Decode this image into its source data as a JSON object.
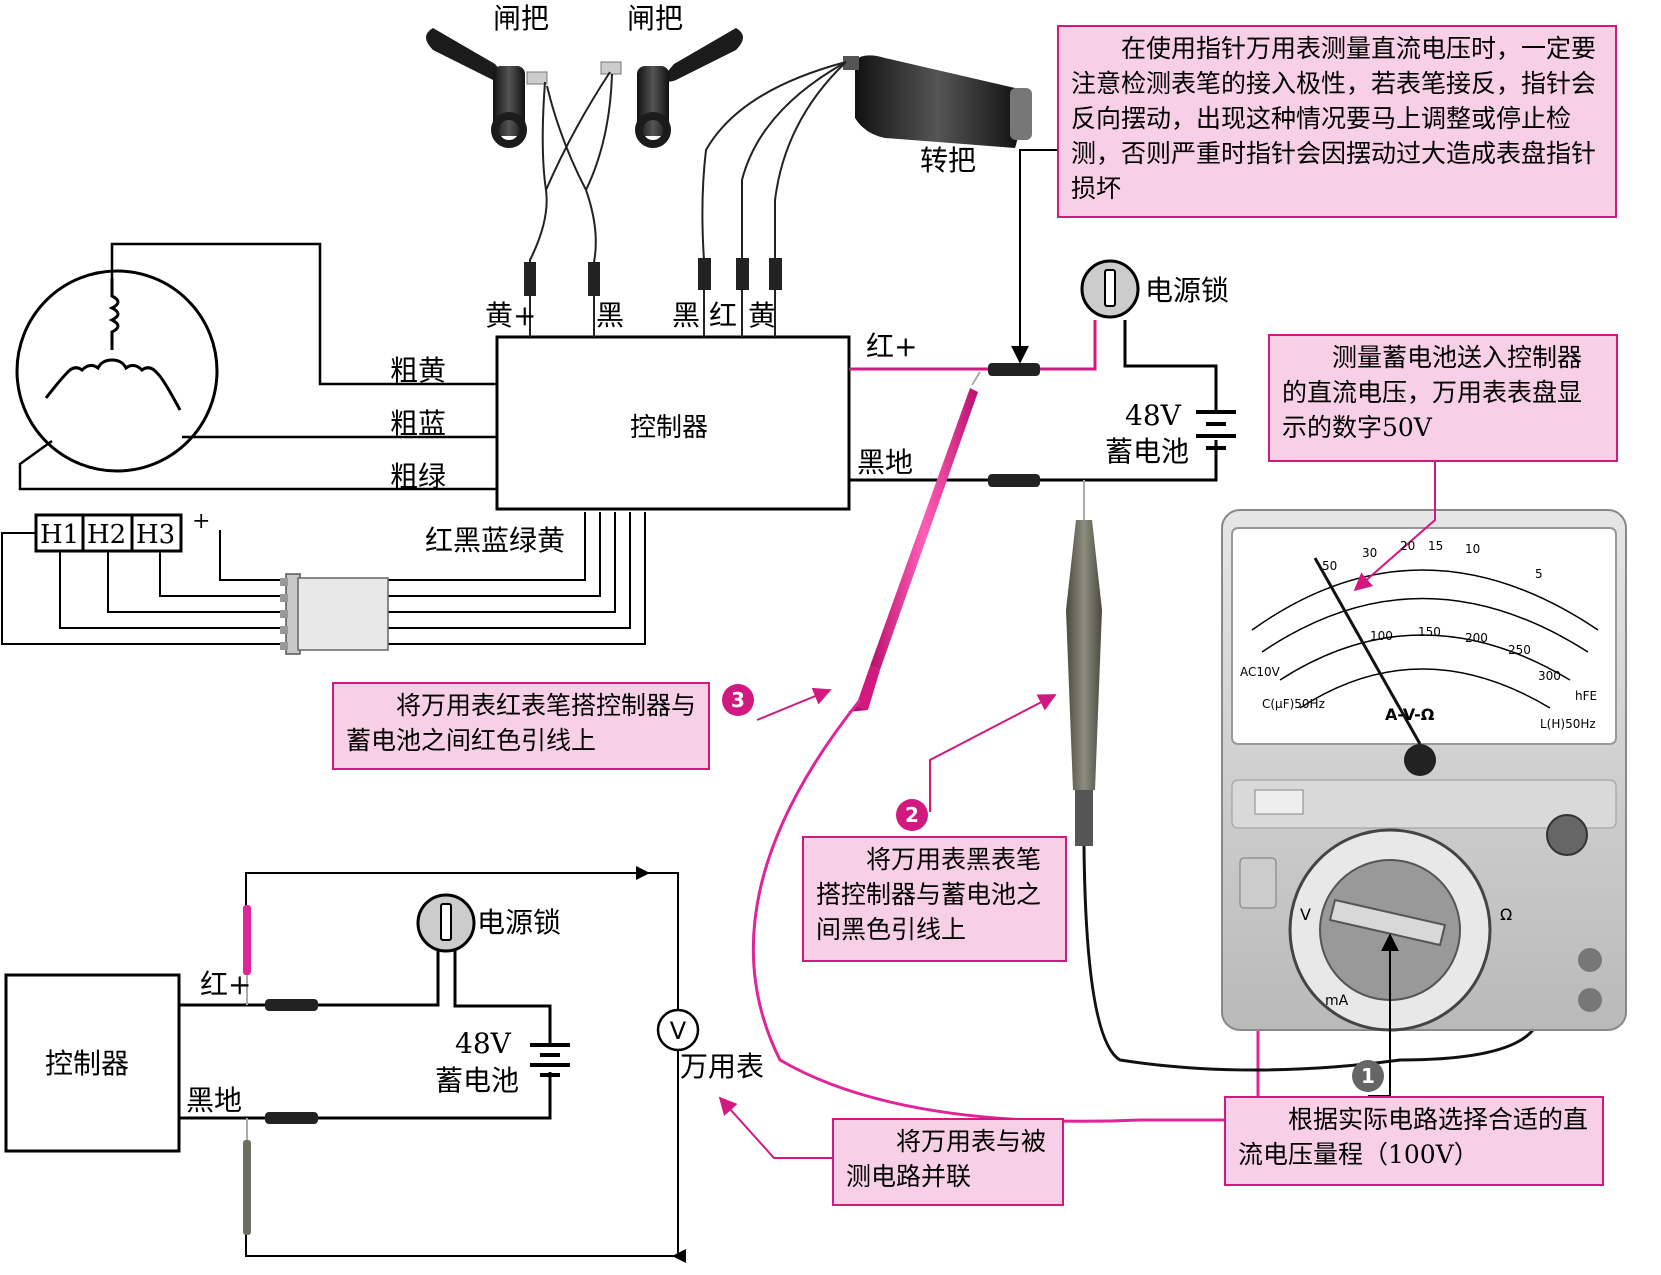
{
  "top_labels": {
    "brake_left": "闸把",
    "brake_right": "闸把",
    "throttle": "转把",
    "power_lock": "电源锁",
    "controller": "控制器",
    "battery_voltage": "48V",
    "battery": "蓄电池",
    "brake_pos": "黄+",
    "brake_neg": "黑",
    "throttle_wire_1": "黑",
    "throttle_wire_2": "红",
    "throttle_wire_3": "黄",
    "red_plus": "红+",
    "black_gnd": "黑地",
    "phase_yellow": "粗黄",
    "phase_blue": "粗蓝",
    "phase_green": "粗绿",
    "hall_wires": "红黑蓝绿黄",
    "h1": "H1",
    "h2": "H2",
    "h3": "H3",
    "hall_plus": "+"
  },
  "notes": {
    "polarity": "在使用指针万用表测量直流电压时，一定要注意检测表笔的接入极性，若表笔接反，指针会反向摆动，出现这种情况要马上调整或停止检测，否则严重时指针会因摆动过大造成表盘指针损坏",
    "reading": "测量蓄电池送入控制器的直流电压，万用表表盘显示的数字50V",
    "step3": "将万用表红表笔搭控制器与蓄电池之间红色引线上",
    "step2": "将万用表黑表笔搭控制器与蓄电池之间黑色引线上",
    "step1": "根据实际电路选择合适的直流电压量程（100V）",
    "parallel": "将万用表与被测电路并联"
  },
  "step_numbers": {
    "one": "1",
    "two": "2",
    "three": "3"
  },
  "meter": {
    "scale_marks": [
      "50",
      "30",
      "20",
      "15",
      "10",
      "5",
      "100",
      "150",
      "200",
      "250",
      "300"
    ],
    "dial_text": "A-V-Ω",
    "ac_label": "AC10V",
    "cap_label": "C(μF)50Hz",
    "ind_label": "L(H)50Hz",
    "hfe": "hFE",
    "v_mark": "V",
    "ohm_mark": "Ω",
    "ma_mark": "mA"
  },
  "bottom": {
    "controller": "控制器",
    "power_lock": "电源锁",
    "battery_voltage": "48V",
    "battery": "蓄电池",
    "red_plus": "红+",
    "black_gnd": "黑地",
    "meter_symbol": "V",
    "meter_label": "万用表"
  }
}
